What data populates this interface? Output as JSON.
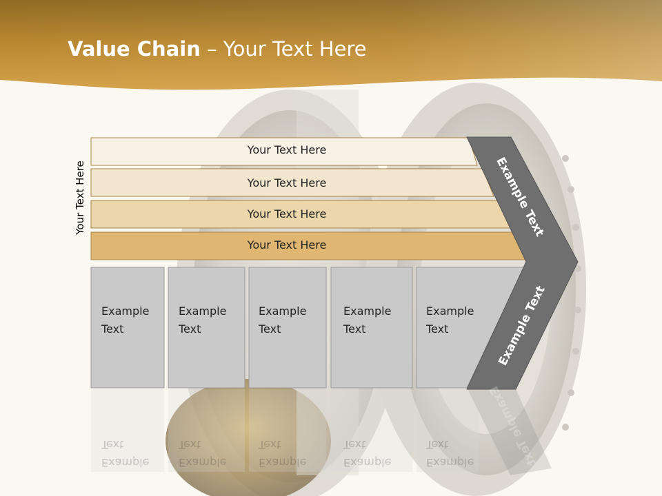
{
  "slide": {
    "title_bold": "Value Chain",
    "title_rest": " – Your Text Here",
    "side_label": "Your Text Here"
  },
  "bands": [
    {
      "label": "Your Text Here",
      "color": "#f8f1e5"
    },
    {
      "label": "Your Text Here",
      "color": "#f3e6cf"
    },
    {
      "label": "Your Text Here",
      "color": "#ecd6ac"
    },
    {
      "label": "Your Text Here",
      "color": "#dfb772"
    }
  ],
  "boxes": [
    {
      "line1": "Example",
      "line2": "Text"
    },
    {
      "line1": "Example",
      "line2": "Text"
    },
    {
      "line1": "Example",
      "line2": "Text"
    },
    {
      "line1": "Example",
      "line2": "Text"
    },
    {
      "line1": "Example",
      "line2": "Text"
    }
  ],
  "chevron": {
    "top_label": "Example Text",
    "bottom_label": "Example Text",
    "color": "#6f6f6f"
  },
  "colors": {
    "header_gold": "#c08a2e",
    "header_dark": "#8a6422",
    "box_gray": "#c9c9c9"
  }
}
